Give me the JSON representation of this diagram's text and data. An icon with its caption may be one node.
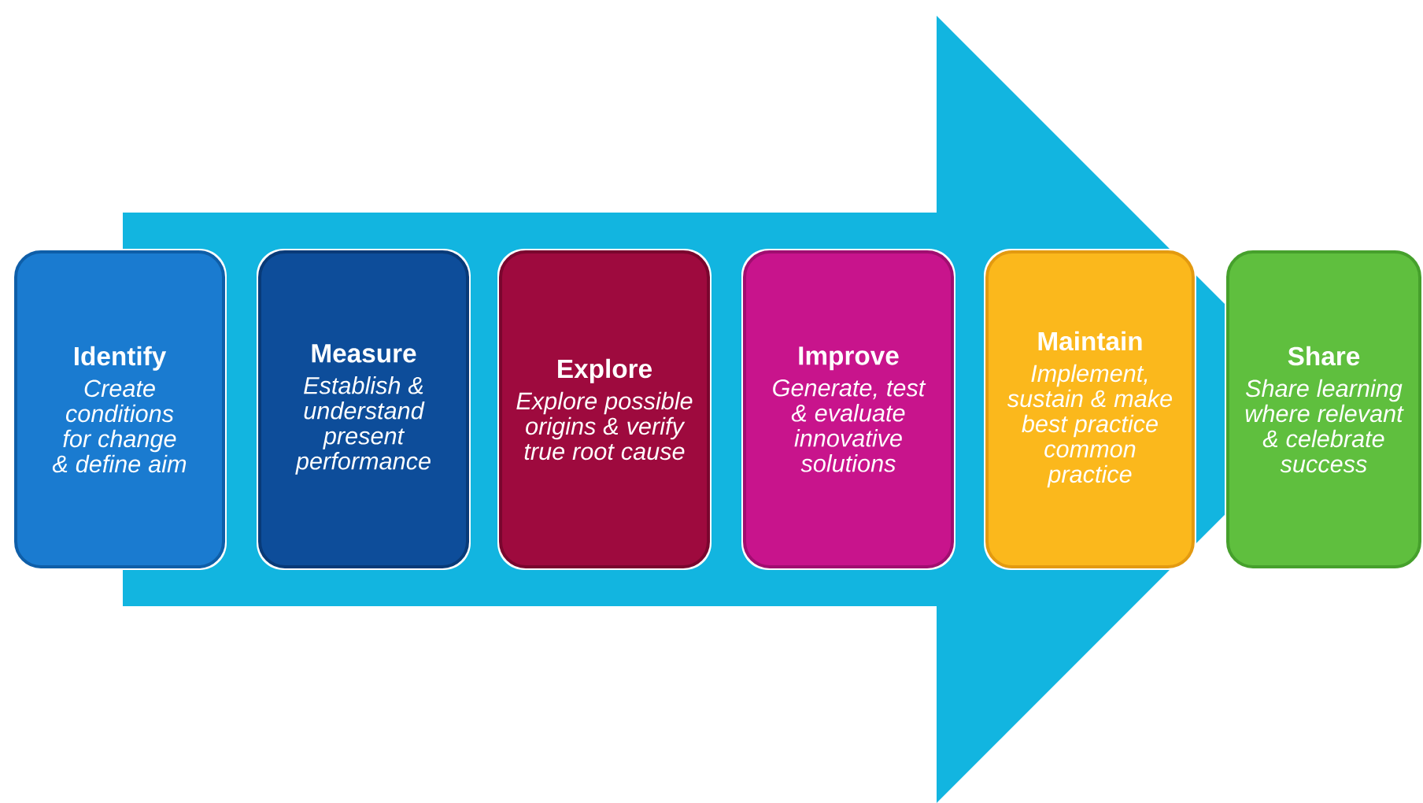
{
  "diagram": {
    "nodes": [
      {
        "text": [
          "Identify",
          "Create conditions for change & define aim"
        ]
      },
      {
        "text": [
          "Measure",
          "Establish & understand present performance"
        ]
      },
      {
        "text": [
          "Explore",
          "Explore possible origins & verify true root cause"
        ]
      },
      {
        "text": [
          "Improve",
          "Generate, test & evaluate innovative solutions"
        ]
      },
      {
        "text": [
          "Maintain",
          "Implement, sustain & make best practice common practice"
        ]
      },
      {
        "text": [
          "Share",
          "Share learning where relevant & celebrate success"
        ]
      }
    ],
    "edges": [
      {
        "from": 0,
        "to": 5,
        "arrow": "to"
      }
    ]
  }
}
